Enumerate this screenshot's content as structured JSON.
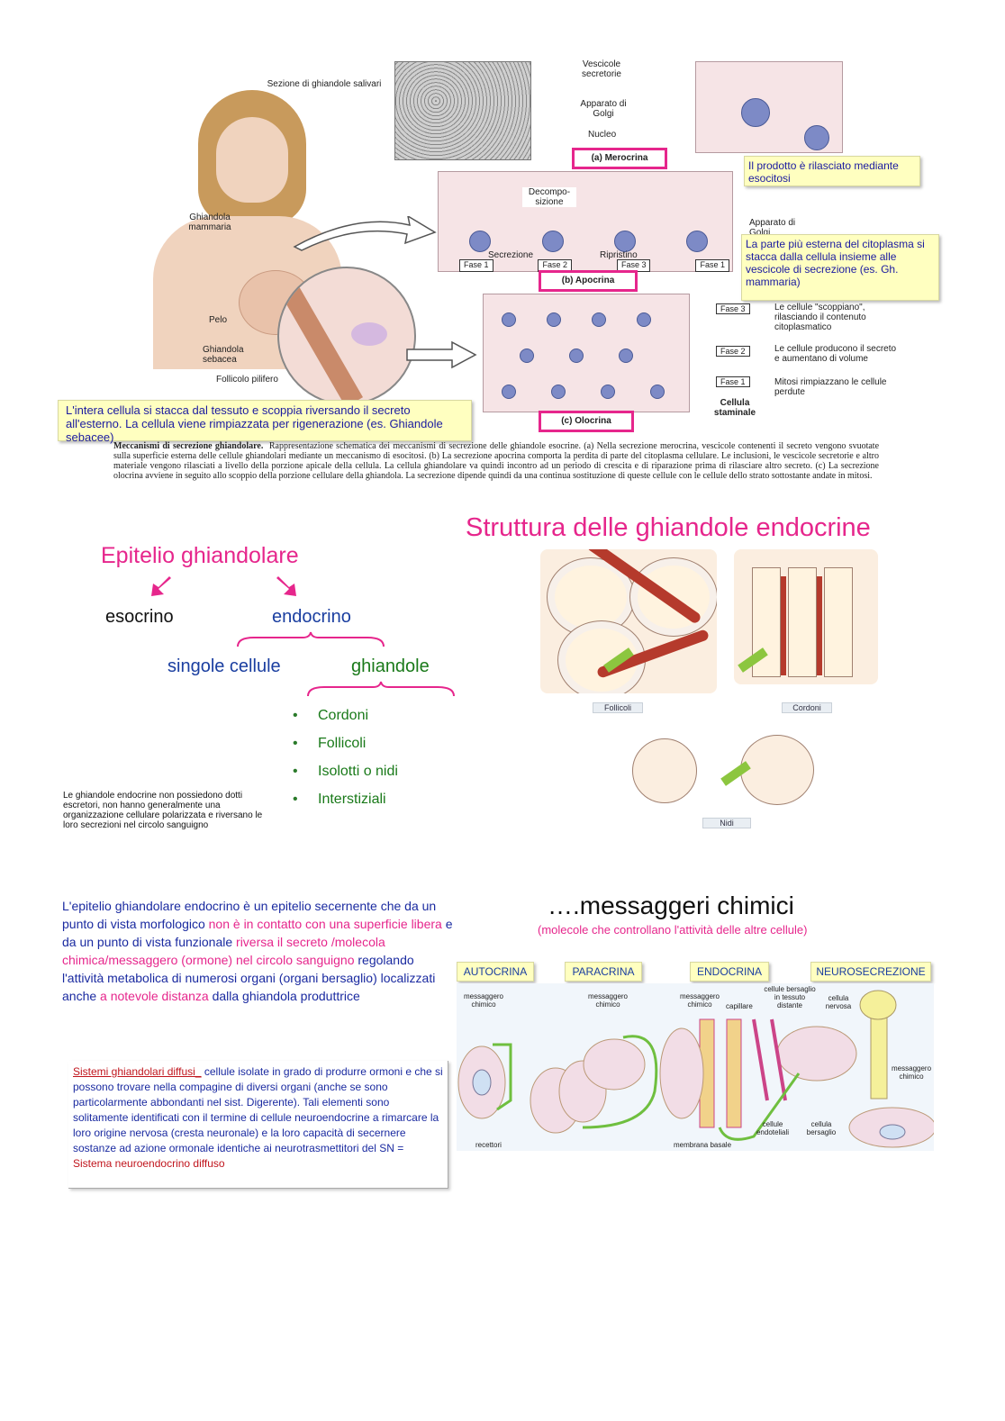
{
  "section1": {
    "figure_labels": {
      "salivary": "Sezione di ghiandole salivari",
      "mammary": "Ghiandola mammaria",
      "hair": "Pelo",
      "sebaceous": "Ghiandola sebacea",
      "follicle": "Follicolo pilifero",
      "vesicles": "Vescicole secretorie",
      "golgi": "Apparato di Golgi",
      "nucleus": "Nucleo",
      "decomposition": "Decompo- sizione",
      "golgi2": "Apparato di Golgi",
      "secretion": "Secrezione",
      "restore": "Ripristino",
      "phases_b": [
        "Fase 1",
        "Fase 2",
        "Fase 3",
        "Fase 1"
      ],
      "phase3": "Fase 3",
      "phase2": "Fase 2",
      "phase1": "Fase 1",
      "phase3_desc": "Le cellule \"scoppiano\", rilasciando il contenuto citoplasmatico",
      "phase2_desc": "Le cellule producono il secreto e aumentano di volume",
      "phase1_desc": "Mitosi rimpiazzano le cellule perdute",
      "stem": "Cellula staminale"
    },
    "tags": {
      "merocrina": "(a) Merocrina",
      "apocrina": "(b) Apocrina",
      "olocrina": "(c) Olocrina"
    },
    "notes": {
      "merocrina": "Il prodotto è rilasciato mediante esocitosi",
      "apocrina": "La parte più esterna del citoplasma si stacca dalla cellula insieme alle vescicole di secrezione (es. Gh. mammaria)",
      "olocrina": "L'intera cellula si stacca dal tessuto e scoppia riversando il secreto all'esterno. La cellula viene rimpiazzata per rigenerazione (es. Ghiandole sebacee)"
    },
    "caption_title": "Meccanismi di secrezione ghiandolare.",
    "caption_text": "Rappresentazione schematica dei meccanismi di secrezione delle ghiandole esocrine. (a) Nella secrezione merocrina, vescicole contenenti il secreto vengono svuotate sulla superficie esterna delle cellule ghiandolari mediante un meccanismo di esocitosi. (b) La secrezione apocrina comporta la perdita di parte del citoplasma cellulare. Le inclusioni, le vescicole secretorie e altro materiale vengono rilasciati a livello della porzione apicale della cellula. La cellula ghiandolare va quindi incontro ad un periodo di crescita e di riparazione prima di rilasciare altro secreto. (c) La secrezione olocrina avviene in seguito allo scoppio della porzione cellulare della ghiandola. La secrezione dipende quindi da una continua sostituzione di queste cellule con le cellule dello strato sottostante andate in mitosi."
  },
  "section2": {
    "title": "Epitelio ghiandolare",
    "esocrino": "esocrino",
    "endocrino": "endocrino",
    "singole": "singole cellule",
    "ghiandole": "ghiandole",
    "types": [
      "Cordoni",
      "Follicoli",
      "Isolotti o nidi",
      "Interstiziali"
    ],
    "note": "Le ghiandole endocrine non possiedono dotti escretori, non hanno generalmente una organizzazione cellulare polarizzata e riversano le loro secrezioni nel circolo sanguigno",
    "struct_title": "Struttura delle ghiandole endocrine",
    "captions": [
      "Follicoli",
      "Cordoni",
      "Nidi"
    ]
  },
  "section3": {
    "para": [
      {
        "t": "L'epitelio ghiandolare endocrino è un epitelio secernente che da un punto di vista morfologico ",
        "c": "#1a2aa0"
      },
      {
        "t": "non è in contatto con una superficie libera",
        "c": "#e6268c"
      },
      {
        "t": " e da un punto di vista funzionale ",
        "c": "#1a2aa0"
      },
      {
        "t": "riversa il secreto /molecola chimica/messaggero (ormone) nel circolo sanguigno",
        "c": "#e6268c"
      },
      {
        "t": " regolando l'attività metabolica di numerosi organi (organi bersaglio) localizzati anche ",
        "c": "#1a2aa0"
      },
      {
        "t": "a notevole distanza",
        "c": "#e6268c"
      },
      {
        "t": " dalla ghiandola produttrice",
        "c": "#1a2aa0"
      }
    ],
    "diffuse": [
      {
        "t": "Sistemi ghiandolari diffusi_",
        "c": "#c0141c",
        "u": true
      },
      {
        "t": " cellule isolate in grado di produrre ormoni e che si possono trovare nella compagine di diversi organi (anche se sono particolarmente abbondanti nel sist. Digerente).",
        "c": "#1a2aa0"
      },
      {
        "t": " Tali elementi sono solitamente identificati con il termine di cellule neuroendocrine a rimarcare la loro origine nervosa (cresta neuronale) e la loro capacità di secernere sostanze ad azione ormonale identiche ai neurotrasmettitori del SN = ",
        "c": "#1a2aa0"
      },
      {
        "t": "Sistema neuroendocrino diffuso",
        "c": "#c0141c"
      }
    ],
    "messengers_title": "….messaggeri chimici",
    "messengers_sub": "(molecole che controllano l'attività delle altre cellule)",
    "types": [
      "AUTOCRINA",
      "PARACRINA",
      "ENDOCRINA",
      "NEUROSECREZIONE"
    ],
    "labels": {
      "msg1": "messaggero chimico",
      "rec": "recettori",
      "msg2": "messaggero chimico",
      "msg3": "messaggero chimico",
      "cap": "capillare",
      "target_far": "cellule bersaglio in tessuto distante",
      "nerve": "cellula nervosa",
      "endo": "cellule endoteliali",
      "target": "cellula bersaglio",
      "membrane": "membrana basale",
      "msg4": "messaggero chimico"
    }
  }
}
